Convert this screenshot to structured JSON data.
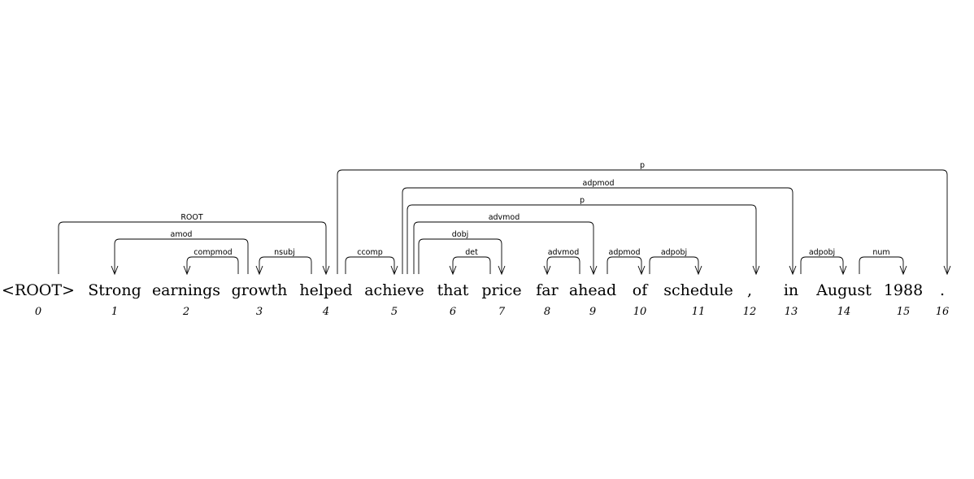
{
  "tokens": [
    {
      "index": "0",
      "word": "<ROOT>"
    },
    {
      "index": "1",
      "word": "Strong"
    },
    {
      "index": "2",
      "word": "earnings"
    },
    {
      "index": "3",
      "word": "growth"
    },
    {
      "index": "4",
      "word": "helped"
    },
    {
      "index": "5",
      "word": "achieve"
    },
    {
      "index": "6",
      "word": "that"
    },
    {
      "index": "7",
      "word": "price"
    },
    {
      "index": "8",
      "word": "far"
    },
    {
      "index": "9",
      "word": "ahead"
    },
    {
      "index": "10",
      "word": "of"
    },
    {
      "index": "11",
      "word": "schedule"
    },
    {
      "index": "12",
      "word": ","
    },
    {
      "index": "13",
      "word": "in"
    },
    {
      "index": "14",
      "word": "August"
    },
    {
      "index": "15",
      "word": "1988"
    },
    {
      "index": "16",
      "word": "."
    }
  ],
  "arcs": [
    {
      "head": 4,
      "dep": 16,
      "label": "p"
    },
    {
      "head": 5,
      "dep": 13,
      "label": "adpmod"
    },
    {
      "head": 5,
      "dep": 12,
      "label": "p"
    },
    {
      "head": 0,
      "dep": 4,
      "label": "ROOT"
    },
    {
      "head": 5,
      "dep": 9,
      "label": "advmod"
    },
    {
      "head": 3,
      "dep": 1,
      "label": "amod"
    },
    {
      "head": 5,
      "dep": 7,
      "label": "dobj"
    },
    {
      "head": 3,
      "dep": 2,
      "label": "compmod"
    },
    {
      "head": 4,
      "dep": 3,
      "label": "nsubj"
    },
    {
      "head": 4,
      "dep": 5,
      "label": "ccomp"
    },
    {
      "head": 7,
      "dep": 6,
      "label": "det"
    },
    {
      "head": 9,
      "dep": 8,
      "label": "advmod"
    },
    {
      "head": 9,
      "dep": 10,
      "label": "adpmod"
    },
    {
      "head": 10,
      "dep": 11,
      "label": "adpobj"
    },
    {
      "head": 13,
      "dep": 14,
      "label": "adpobj"
    },
    {
      "head": 14,
      "dep": 15,
      "label": "num"
    }
  ]
}
